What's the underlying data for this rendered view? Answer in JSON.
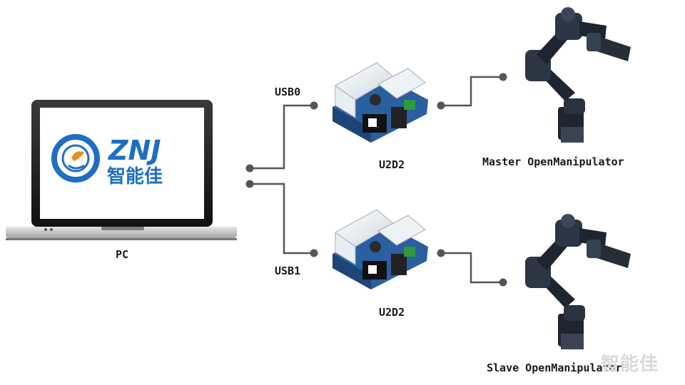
{
  "labels": {
    "pc": "PC",
    "usb0": "USB0",
    "usb1": "USB1",
    "u2d2_top": "U2D2",
    "u2d2_bottom": "U2D2",
    "master": "Master OpenManipulator",
    "slave": "Slave OpenManipulator"
  },
  "logo": {
    "brand": "ZNJ",
    "brand_cn": "智能佳"
  },
  "watermark": "智能佳",
  "colors": {
    "connector": "#555555",
    "logo_blue": "#1e6fc3",
    "logo_orange": "#f08a1c",
    "robot_dark": "#1e2530",
    "board_blue": "#2a5fa0"
  }
}
